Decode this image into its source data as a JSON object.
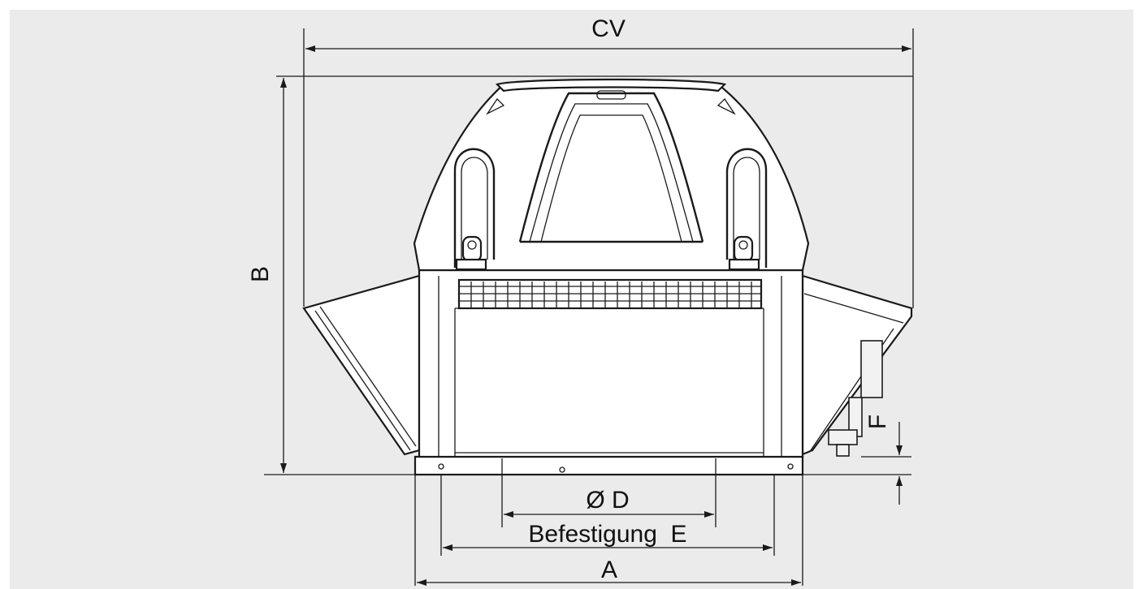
{
  "labels": {
    "cv": "CV",
    "b": "B",
    "f": "F",
    "od": "Ø D",
    "befestigung": "Befestigung  E",
    "a": "A"
  },
  "colors": {
    "background": "#ebebeb",
    "line": "#1a1a1a",
    "part": "#ffffff"
  }
}
